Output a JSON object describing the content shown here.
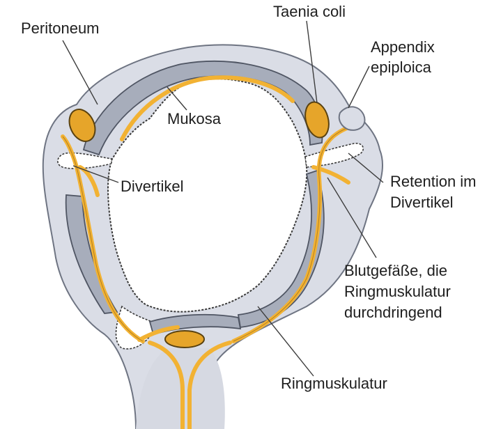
{
  "colors": {
    "serosa_fill": "#dadde6",
    "serosa_edge": "#6e7482",
    "muscle_fill": "#a7adbb",
    "muscle_edge": "#4f5563",
    "vessel": "#f2b233",
    "vessel_edge": "#8a5f12",
    "taenia_fill": "#e6a52a",
    "lumen": "#ffffff"
  },
  "labels": {
    "peritoneum": "Peritoneum",
    "taenia_coli": "Taenia coli",
    "appendix_epiploica": [
      "Appendix",
      "epiploica"
    ],
    "mukosa": "Mukosa",
    "divertikel": "Divertikel",
    "retention": [
      "Retention im",
      "Divertikel"
    ],
    "blutgefaesse": [
      "Blutgefäße, die",
      "Ringmuskulatur",
      "durchdringend"
    ],
    "ringmuskulatur": "Ringmuskulatur"
  }
}
